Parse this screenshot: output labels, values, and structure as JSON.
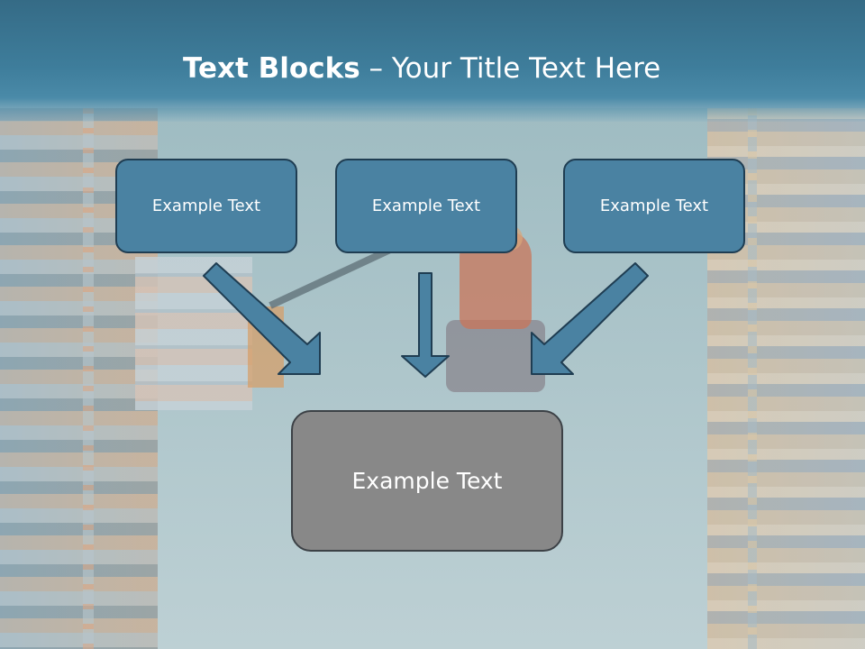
{
  "slide": {
    "title_bold": "Text Blocks",
    "title_rest": " – Your Title Text Here"
  },
  "diagram": {
    "top_blocks": [
      {
        "label": "Example Text"
      },
      {
        "label": "Example Text"
      },
      {
        "label": "Example Text"
      }
    ],
    "bottom_block": {
      "label": "Example Text"
    }
  },
  "colors": {
    "header": "#3e7d9b",
    "block_fill": "#4a82a2",
    "block_border": "#1f3d52",
    "bottom_fill": "#888888",
    "arrow_fill": "#4a82a2",
    "arrow_stroke": "#1f3d52"
  }
}
